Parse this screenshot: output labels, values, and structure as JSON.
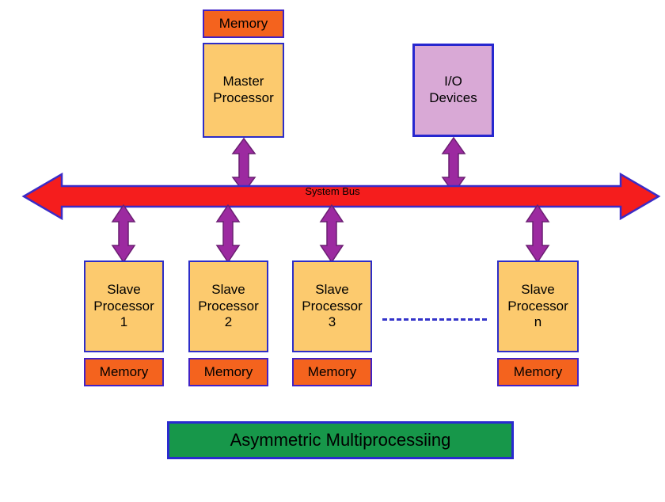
{
  "diagram": {
    "title": "Asymmetric Multiprocessiing",
    "bus_label": "System Bus",
    "master": {
      "memory_label": "Memory",
      "processor_label": "Master\nProcessor"
    },
    "io": {
      "label": "I/O\nDevices"
    },
    "slaves": [
      {
        "processor_label": "Slave\nProcessor\n1",
        "memory_label": "Memory"
      },
      {
        "processor_label": "Slave\nProcessor\n2",
        "memory_label": "Memory"
      },
      {
        "processor_label": "Slave\nProcessor\n3",
        "memory_label": "Memory"
      },
      {
        "processor_label": "Slave\nProcessor\nn",
        "memory_label": "Memory"
      }
    ],
    "colors": {
      "memory_fill": "#f4631e",
      "processor_fill": "#fcca6e",
      "io_fill": "#d9a9d6",
      "bus_fill": "#f51d1d",
      "bus_stroke": "#3b2bc6",
      "arrow_fill": "#9c2aa0",
      "arrow_stroke": "#6b1f72",
      "box_stroke": "#2d2dc8",
      "banner_fill": "#17974a",
      "banner_stroke": "#2a2ad0",
      "dash_color": "#3333c9"
    }
  }
}
